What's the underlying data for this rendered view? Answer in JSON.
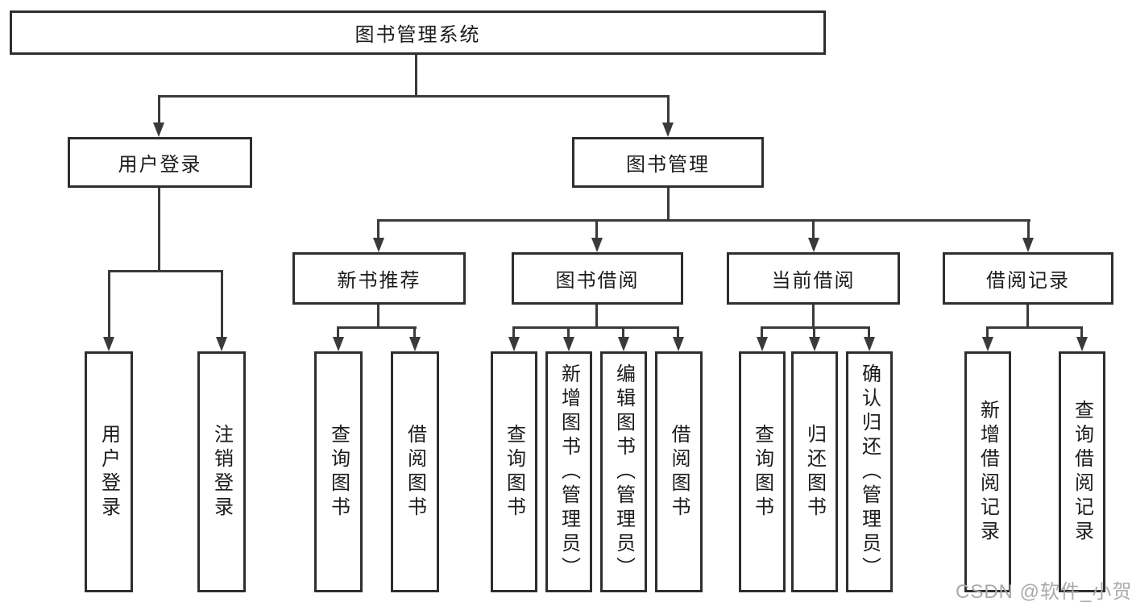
{
  "tree": {
    "root": {
      "label": "图书管理系统"
    },
    "branches": [
      {
        "label": "用户登录",
        "children": [
          {
            "label": "用户登录"
          },
          {
            "label": "注销登录"
          }
        ]
      },
      {
        "label": "图书管理",
        "children": [
          {
            "label": "新书推荐",
            "children": [
              {
                "label": "查询图书"
              },
              {
                "label": "借阅图书"
              }
            ]
          },
          {
            "label": "图书借阅",
            "children": [
              {
                "label": "查询图书"
              },
              {
                "label": "新增图书（管理员）"
              },
              {
                "label": "编辑图书（管理员）"
              },
              {
                "label": "借阅图书"
              }
            ]
          },
          {
            "label": "当前借阅",
            "children": [
              {
                "label": "查询图书"
              },
              {
                "label": "归还图书"
              },
              {
                "label": "确认归还（管理员）"
              }
            ]
          },
          {
            "label": "借阅记录",
            "children": [
              {
                "label": "新增借阅记录"
              },
              {
                "label": "查询借阅记录"
              }
            ]
          }
        ]
      }
    ]
  },
  "watermark": {
    "text": "CSDN @软件_小贺同学"
  },
  "colors": {
    "background": "#ffffff",
    "box_border": "#2e2e2e",
    "line": "#3a3a3a",
    "text": "#1b1b1b",
    "watermark": "#a9a9af"
  }
}
